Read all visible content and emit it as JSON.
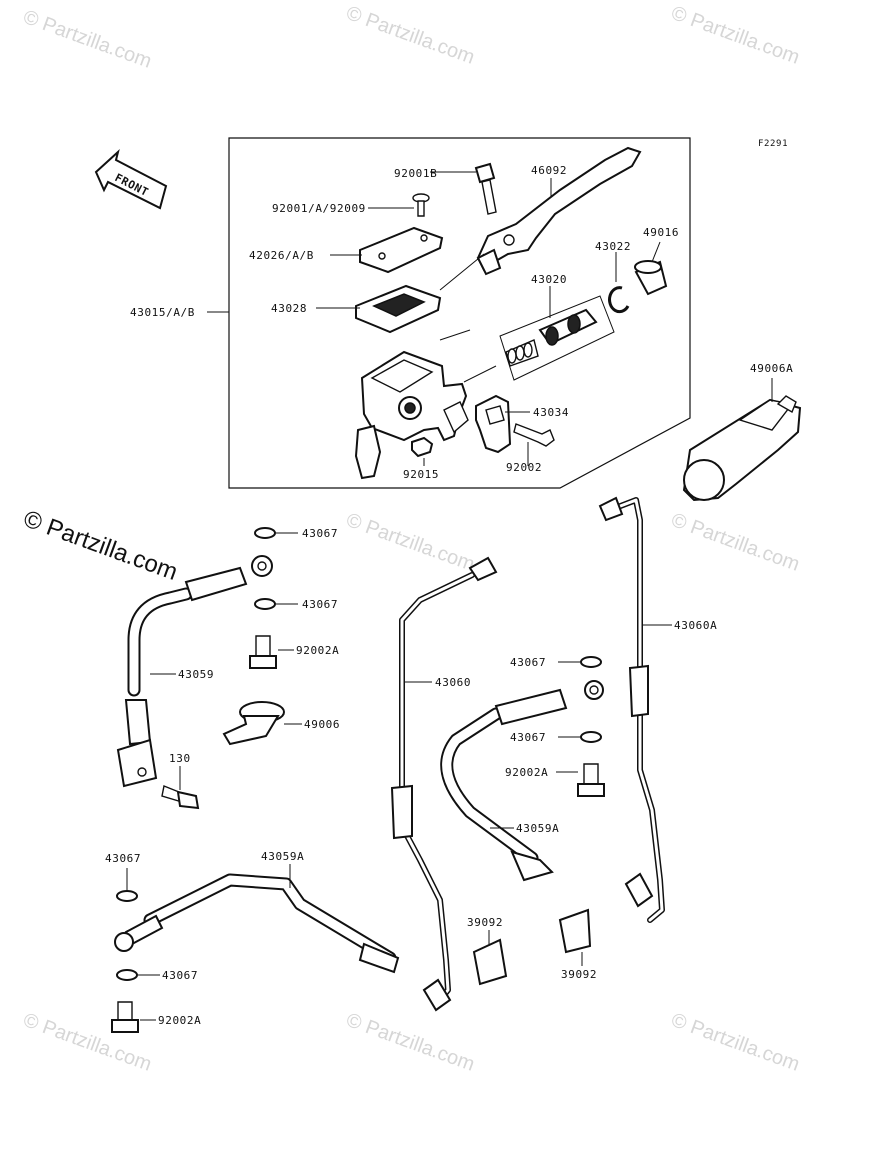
{
  "figure_code": "F2291",
  "front_label": "FRONT",
  "watermark": "© Partzilla.com",
  "watermark_logo": "© Partzilla.com",
  "labels": {
    "l_92001B": "92001B",
    "l_46092": "46092",
    "l_92001A": "92001/A/92009",
    "l_42026": "42026/A/B",
    "l_49016": "49016",
    "l_43022": "43022",
    "l_43020": "43020",
    "l_43028": "43028",
    "l_43015": "43015/A/B",
    "l_49006A": "49006A",
    "l_43034": "43034",
    "l_92015": "92015",
    "l_92002": "92002",
    "l_43067_a": "43067",
    "l_43067_b": "43067",
    "l_92002A_a": "92002A",
    "l_43059": "43059",
    "l_49006": "49006",
    "l_130": "130",
    "l_43060": "43060",
    "l_43060A": "43060A",
    "l_43067_c": "43067",
    "l_43067_d": "43067",
    "l_92002A_b": "92002A",
    "l_43059A_a": "43059A",
    "l_43067_e": "43067",
    "l_43059A_b": "43059A",
    "l_39092_a": "39092",
    "l_39092_b": "39092",
    "l_43067_f": "43067",
    "l_92002A_c": "92002A"
  }
}
